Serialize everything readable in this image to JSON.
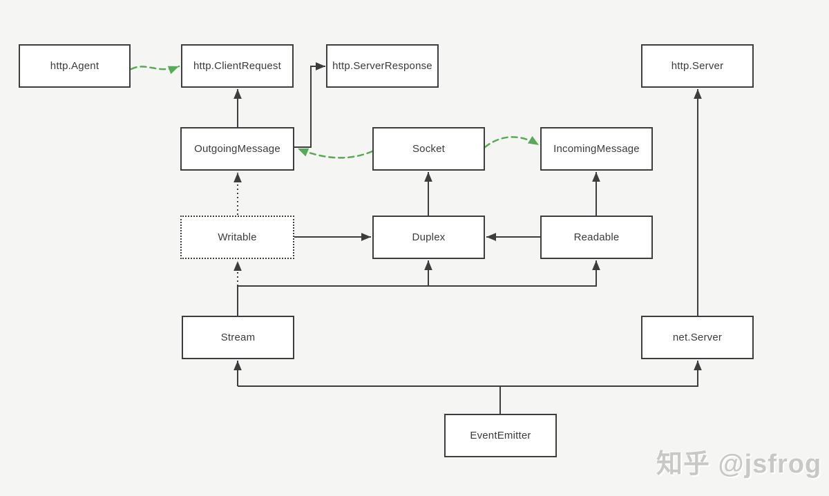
{
  "diagram": {
    "nodes": [
      {
        "id": "http-agent",
        "label": "http.Agent"
      },
      {
        "id": "http-clientrequest",
        "label": "http.ClientRequest"
      },
      {
        "id": "http-serverresponse",
        "label": "http.ServerResponse"
      },
      {
        "id": "http-server",
        "label": "http.Server"
      },
      {
        "id": "outgoingmessage",
        "label": "OutgoingMessage"
      },
      {
        "id": "socket",
        "label": "Socket"
      },
      {
        "id": "incomingmessage",
        "label": "IncomingMessage"
      },
      {
        "id": "writable",
        "label": "Writable",
        "border": "dotted"
      },
      {
        "id": "duplex",
        "label": "Duplex"
      },
      {
        "id": "readable",
        "label": "Readable"
      },
      {
        "id": "stream",
        "label": "Stream"
      },
      {
        "id": "net-server",
        "label": "net.Server"
      },
      {
        "id": "eventemitter",
        "label": "EventEmitter"
      }
    ],
    "edges": [
      {
        "from": "http.Agent",
        "to": "http.ClientRequest",
        "style": "green-dashed-arrow"
      },
      {
        "from": "OutgoingMessage",
        "to": "http.ClientRequest",
        "style": "solid-arrow"
      },
      {
        "from": "OutgoingMessage",
        "to": "http.ServerResponse",
        "style": "solid-arrow"
      },
      {
        "from": "Socket",
        "to": "OutgoingMessage",
        "style": "green-dashed-arrow"
      },
      {
        "from": "Socket",
        "to": "IncomingMessage",
        "style": "green-dashed-arrow"
      },
      {
        "from": "Writable",
        "to": "OutgoingMessage",
        "style": "dotted-arrow"
      },
      {
        "from": "Duplex",
        "to": "Socket",
        "style": "solid-arrow"
      },
      {
        "from": "Readable",
        "to": "IncomingMessage",
        "style": "solid-arrow"
      },
      {
        "from": "Writable",
        "to": "Duplex",
        "style": "solid-arrow"
      },
      {
        "from": "Readable",
        "to": "Duplex",
        "style": "solid-arrow"
      },
      {
        "from": "Stream",
        "to": "Writable",
        "style": "dotted-arrow"
      },
      {
        "from": "Stream",
        "to": "Duplex",
        "style": "solid-arrow"
      },
      {
        "from": "Stream",
        "to": "Readable",
        "style": "solid-arrow"
      },
      {
        "from": "EventEmitter",
        "to": "Stream",
        "style": "solid-arrow"
      },
      {
        "from": "EventEmitter",
        "to": "net.Server",
        "style": "solid-arrow"
      },
      {
        "from": "net.Server",
        "to": "http.Server",
        "style": "solid-arrow"
      }
    ]
  },
  "watermark": {
    "text": "知乎 @jsfrog"
  },
  "colors": {
    "background": "#f5f5f3",
    "box_fill": "#ffffff",
    "box_border": "#3d3d3d",
    "text": "#3b3b3b",
    "green_accent": "#57ab57",
    "watermark": "#c8c8c6"
  }
}
